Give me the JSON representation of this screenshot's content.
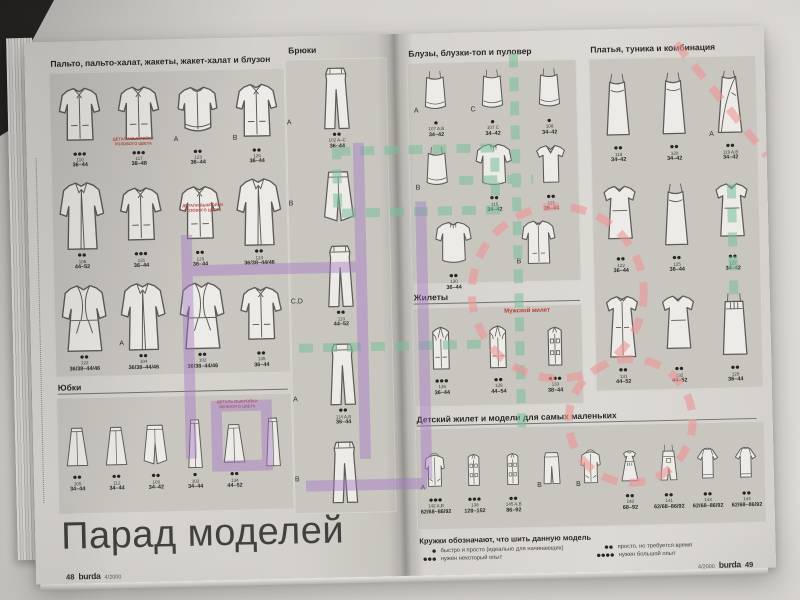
{
  "magazine": {
    "watermark": {
      "green": "#72bd93",
      "purple": "#9d6fc4",
      "pink": "#ec9190"
    },
    "left_page": {
      "title": "Парад моделей",
      "footer": {
        "page": "48",
        "brand": "burda",
        "issue": "4/2000"
      },
      "red_notes": [
        "ДЕТАЛИ ВЫКРОЙКИ РОЗОВОГО ЦВЕТА",
        "ДЕТАЛИ ВЫКРОЙКИ РОЗОВОГО ЦВЕТА",
        "ДЕТАЛЬ ВЫКРОЙКИ ЗЕЛЕНОГО ЦВЕТА"
      ],
      "sections": {
        "coats": {
          "title": "Пальто, пальто-халат, жакеты, жакет-халат и блузон",
          "items": [
            {
              "shape": "jacket",
              "dots": "●●●",
              "model": "110",
              "sizes": "36–44"
            },
            {
              "shape": "jacket",
              "dots": "●●●",
              "model": "117",
              "sizes": "38–48"
            },
            {
              "shape": "blouson",
              "dots": "●●",
              "model": "123",
              "sizes": "36–44",
              "letter": "A"
            },
            {
              "shape": "jacket",
              "dots": "●●",
              "model": "126",
              "sizes": "36–44",
              "letter": "B"
            },
            {
              "shape": "coat",
              "dots": "●●",
              "model": "106",
              "sizes": "44–52"
            },
            {
              "shape": "jacket",
              "dots": "●●●",
              "model": "131",
              "sizes": "36–44"
            },
            {
              "shape": "jacket",
              "dots": "●●",
              "model": "128",
              "sizes": "36–44"
            },
            {
              "shape": "coat",
              "dots": "●●",
              "model": "124",
              "sizes": "36/38–44/46"
            },
            {
              "shape": "robe",
              "dots": "●●",
              "model": "122",
              "sizes": "36/38–44/46"
            },
            {
              "shape": "coat",
              "dots": "●●",
              "model": "104",
              "sizes": "36/38–44/46",
              "letter": "A"
            },
            {
              "shape": "robe",
              "dots": "●●",
              "model": "102",
              "sizes": "36/38–44/46"
            },
            {
              "shape": "jacket",
              "dots": "●●",
              "model": "135",
              "sizes": "36–44"
            }
          ]
        },
        "pants": {
          "title": "Брюки",
          "items": [
            {
              "shape": "pants",
              "dots": "●●",
              "model": "102 A–C",
              "sizes": "36–44",
              "letter": "A"
            },
            {
              "shape": "culottes",
              "letter": "B"
            },
            {
              "shape": "pants",
              "dots": "●●",
              "model": "113",
              "sizes": "44–52",
              "letter": "C,D"
            },
            {
              "shape": "pants",
              "dots": "●●",
              "model": "114 A,B",
              "sizes": "36–44",
              "letter": "A"
            },
            {
              "shape": "pants",
              "letter": "B"
            }
          ]
        },
        "skirts": {
          "title": "Юбки",
          "items": [
            {
              "shape": "skirt",
              "dots": "●●",
              "model": "105",
              "sizes": "34–44"
            },
            {
              "shape": "skirt",
              "dots": "●●",
              "model": "112",
              "sizes": "34–44"
            },
            {
              "shape": "culottes",
              "dots": "●●",
              "model": "109",
              "sizes": "34–42"
            },
            {
              "shape": "skirtlong",
              "dots": "●",
              "model": "103",
              "sizes": "34–44"
            },
            {
              "shape": "skirt",
              "dots": "●●",
              "model": "134",
              "sizes": "44–52"
            },
            {
              "shape": "skirtlong"
            }
          ]
        }
      }
    },
    "right_page": {
      "footer": {
        "issue": "4/2000",
        "brand": "burda",
        "page": "49"
      },
      "sections": {
        "blouses": {
          "title": "Блузы, блузки-топ и пуловер",
          "items": [
            {
              "shape": "top",
              "dots": "●",
              "model": "107 A,B",
              "sizes": "34–42",
              "letter": "A"
            },
            {
              "shape": "top",
              "dots": "●",
              "model": "107 C",
              "sizes": "34–42",
              "letter": "C"
            },
            {
              "shape": "top",
              "dots": "●",
              "model": "108",
              "sizes": "34–42"
            },
            {
              "shape": "top",
              "letter": "B"
            },
            {
              "shape": "blouse",
              "dots": "●●",
              "model": "115",
              "sizes": "34–42"
            },
            {
              "shape": "tee",
              "dots": "●●",
              "model": "121",
              "sizes": "36–44"
            },
            {
              "shape": "blouse",
              "dots": "●●",
              "model": "130",
              "sizes": "36–44"
            },
            {
              "shape": "shirt",
              "letter": "B"
            }
          ]
        },
        "dresses": {
          "title": "Платья, туника и комбинация",
          "items": [
            {
              "shape": "slipdress",
              "dots": "●●",
              "model": "118",
              "sizes": "34–42"
            },
            {
              "shape": "slipdress",
              "dots": "●●",
              "model": "120",
              "sizes": "34–42"
            },
            {
              "shape": "wrapdress",
              "dots": "●●",
              "model": "119 A,B",
              "sizes": "34–42",
              "letter": "A"
            },
            {
              "shape": "dress",
              "dots": "●●",
              "model": "122",
              "sizes": "36–44"
            },
            {
              "shape": "slipdress",
              "dots": "●●",
              "model": "125",
              "sizes": "36–44"
            },
            {
              "shape": "dress",
              "dots": "●●",
              "model": "127",
              "sizes": "34–42"
            },
            {
              "shape": "shirtdress",
              "dots": "●●",
              "model": "131",
              "sizes": "44–52"
            },
            {
              "shape": "dress",
              "dots": "●●",
              "model": "132",
              "sizes": "44–52"
            },
            {
              "shape": "squaredress",
              "dots": "●●",
              "model": "128",
              "sizes": "36–44"
            }
          ]
        },
        "vests": {
          "title": "Жилеты",
          "red_label": "Мужской жилет",
          "items": [
            {
              "shape": "vest",
              "dots": "●●●",
              "model": "136",
              "sizes": "36–44"
            },
            {
              "shape": "vest",
              "dots": "●●",
              "model": "138",
              "sizes": "44–54"
            },
            {
              "shape": "kidsvest",
              "dots": "●●●",
              "model": "133",
              "sizes": "38–44"
            }
          ]
        },
        "kids": {
          "title": "Детский жилет и модели для самых маленьких",
          "items": [
            {
              "shape": "kidsjacket",
              "dots": "●●●",
              "model": "142 A,B",
              "sizes": "62/68–86/92",
              "letter": "A"
            },
            {
              "shape": "kidsvest",
              "dots": "●●●",
              "model": "138",
              "sizes": "128–152"
            },
            {
              "shape": "kidsvest",
              "dots": "●●",
              "model": "145 A,B",
              "sizes": "86–92"
            },
            {
              "shape": "kidspants",
              "letter": "B"
            },
            {
              "shape": "kidsjacket",
              "letter": "B"
            },
            {
              "shape": "kidsdress",
              "dots": "●●",
              "model": "140",
              "sizes": "68–92"
            },
            {
              "shape": "kidsromper",
              "dots": "●●",
              "model": "141",
              "sizes": "62/68–86/92"
            },
            {
              "shape": "kidssweater",
              "dots": "●●",
              "model": "143",
              "sizes": "62/68–86/92"
            },
            {
              "shape": "kidssweater",
              "dots": "●●",
              "model": "144",
              "sizes": "62/68–86/92"
            }
          ]
        }
      },
      "legend": {
        "title": "Кружки обозначают, что шить данную модель",
        "items": [
          {
            "dots": "●",
            "text": "быстро и просто (идеально для начинающих)"
          },
          {
            "dots": "●●",
            "text": "просто, но требуется время"
          },
          {
            "dots": "●●●",
            "text": "нужен некоторый опыт"
          },
          {
            "dots": "●●●●",
            "text": "нужен большой опыт"
          }
        ]
      }
    }
  }
}
